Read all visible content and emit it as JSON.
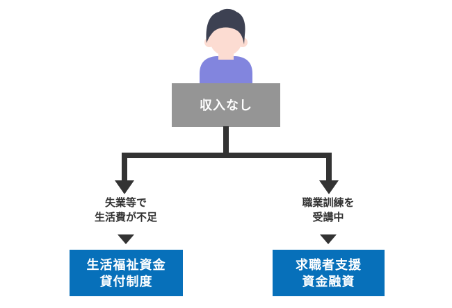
{
  "diagram": {
    "type": "flowchart",
    "person_icon": "person-avatar",
    "root": {
      "label": "収入なし"
    },
    "branches": [
      {
        "condition_line1": "失業等で",
        "condition_line2": "生活費が不足",
        "result_line1": "生活福祉資金",
        "result_line2": "貸付制度"
      },
      {
        "condition_line1": "職業訓練を",
        "condition_line2": "受講中",
        "result_line1": "求職者支援",
        "result_line2": "資金融資"
      }
    ],
    "colors": {
      "box_gray": "#959595",
      "box_blue": "#0770ba",
      "line_dark": "#333333",
      "text_dark": "#333333",
      "skin": "#fcdcd2",
      "hair": "#3d4152",
      "shirt": "#8285de",
      "bg": "#ffffff"
    }
  }
}
